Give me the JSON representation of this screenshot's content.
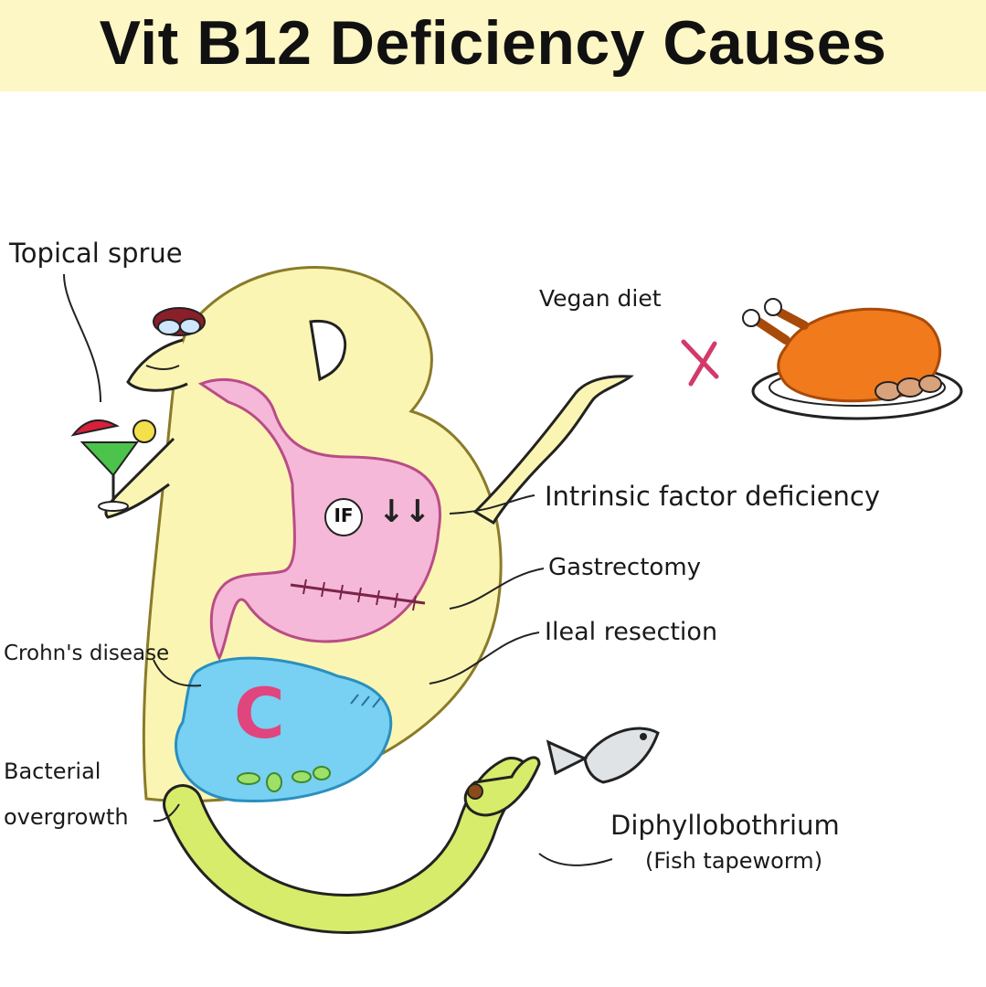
{
  "title": "Vit B12 Deficiency Causes",
  "labels": {
    "topical_sprue": "Topical sprue",
    "vegan_diet": "Vegan diet",
    "intrinsic_factor": "Intrinsic factor deficiency",
    "gastrectomy": "Gastrectomy",
    "ileal_resection": "Ileal resection",
    "crohns": "Crohn's disease",
    "bacterial_line1": "Bacterial",
    "bacterial_line2": "overgrowth",
    "diphyllobothrium": "Diphyllobothrium",
    "fish_tapeworm": "(Fish tapeworm)"
  },
  "stomach": {
    "stamp": "IF",
    "arrows": "↓↓"
  },
  "colon_letter": "C",
  "colors": {
    "title_band": "#fdf7c6",
    "character_body": "#fbf5b3",
    "stomach": "#f6b8d8",
    "colon": "#78d0f2",
    "crohn_letter": "#e0457e",
    "tapeworm": "#d6ec6a",
    "turkey": "#f07a1c",
    "cross": "#d23a6a"
  },
  "icons": [
    "cocktail-icon",
    "roast-turkey-icon",
    "cross-mark-icon",
    "fish-icon",
    "tapeworm-icon"
  ]
}
